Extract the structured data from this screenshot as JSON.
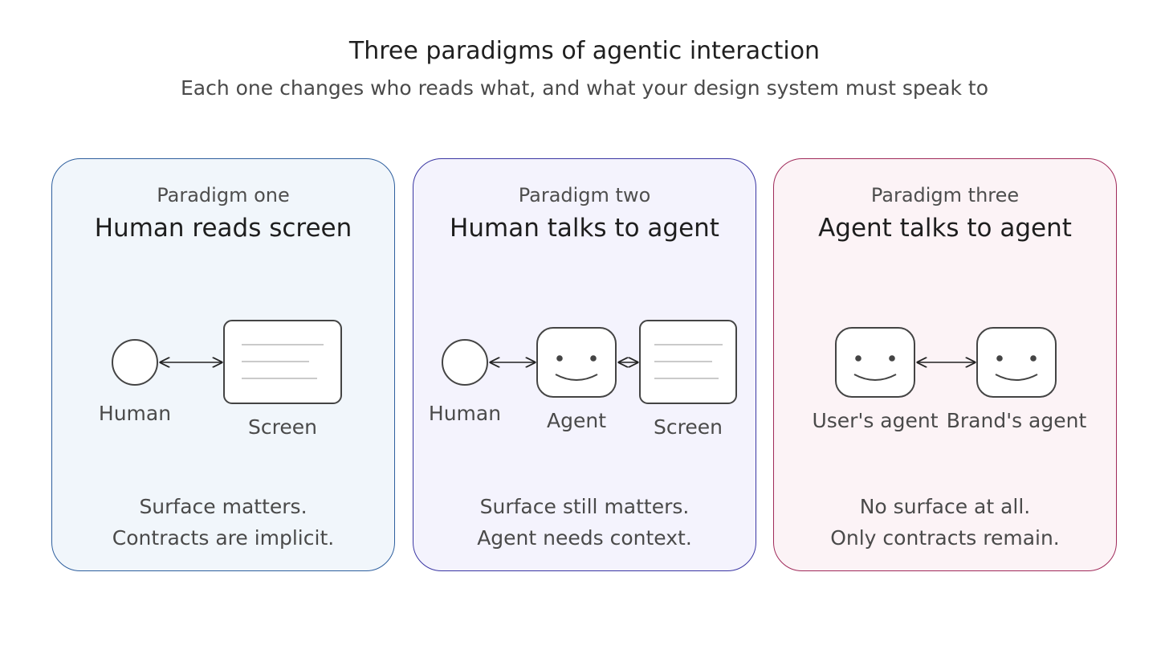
{
  "title": "Three paradigms of agentic interaction",
  "subtitle": "Each one changes who reads what, and what your design system must speak to",
  "colors": {
    "panel_one_border": "#2e5f9e",
    "panel_one_fill": "#f1f6fb",
    "panel_two_border": "#3a36a3",
    "panel_two_fill": "#f4f3fd",
    "panel_three_border": "#a02a5a",
    "panel_three_fill": "#fcf3f6"
  },
  "panels": [
    {
      "kicker": "Paradigm one",
      "heading": "Human reads screen",
      "nodes": [
        {
          "icon": "person-circle-icon",
          "label": "Human"
        },
        {
          "icon": "screen-icon",
          "label": "Screen"
        }
      ],
      "caption": [
        "Surface matters.",
        "Contracts are implicit."
      ]
    },
    {
      "kicker": "Paradigm two",
      "heading": "Human talks to agent",
      "nodes": [
        {
          "icon": "person-circle-icon",
          "label": "Human"
        },
        {
          "icon": "agent-face-icon",
          "label": "Agent"
        },
        {
          "icon": "screen-icon",
          "label": "Screen"
        }
      ],
      "caption": [
        "Surface still matters.",
        "Agent needs context."
      ]
    },
    {
      "kicker": "Paradigm three",
      "heading": "Agent talks to agent",
      "nodes": [
        {
          "icon": "agent-face-icon",
          "label": "User's agent"
        },
        {
          "icon": "agent-face-icon",
          "label": "Brand's agent"
        }
      ],
      "caption": [
        "No surface at all.",
        "Only contracts remain."
      ]
    }
  ]
}
